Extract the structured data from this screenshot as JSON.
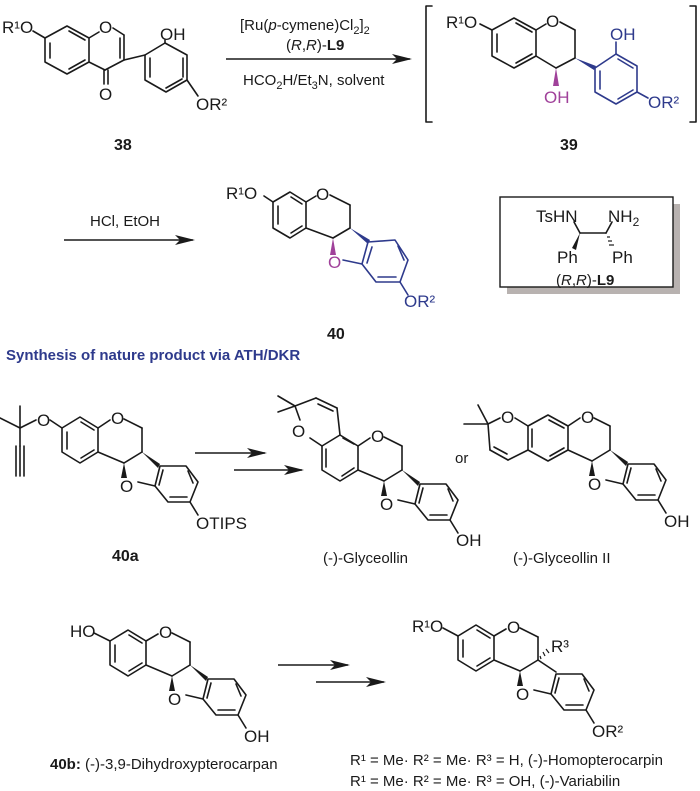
{
  "colors": {
    "ink": "#1a1a1a",
    "accent_blue": "#2e3a8c",
    "accent_pink": "#a0419a",
    "box_shadow": "#b8b2b0"
  },
  "step1": {
    "reagent_line1": "[Ru(p-cymene)Cl2]2",
    "reagent_line2": "(R,R)-L9",
    "condition_line": "HCO2H/Et3N, solvent"
  },
  "step2": {
    "condition_line": "HCl, EtOH"
  },
  "compounds": {
    "c38": {
      "label": "38",
      "r1o": "R¹O",
      "oh": "OH",
      "or2": "OR²",
      "carbonyl_o": "O",
      "ring_o": "O"
    },
    "c39": {
      "label": "39",
      "r1o": "R¹O",
      "oh_aryl": "OH",
      "oh_benzylic": "OH",
      "or2": "OR²",
      "ring_o": "O"
    },
    "c40": {
      "label": "40",
      "r1o": "R¹O",
      "or2": "OR²",
      "ring_o": "O",
      "furan_o": "O"
    },
    "c40a": {
      "label": "40a",
      "otips": "OTIPS",
      "ring_o": "O",
      "furan_o": "O",
      "ether_o": "O"
    },
    "glyceollin": {
      "name": "(-)-Glyceollin",
      "oh": "OH"
    },
    "glyceollin2": {
      "name": "(-)-Glyceollin II",
      "oh": "OH"
    },
    "c40b": {
      "label_bold": "40b:",
      "name": "(-)-3,9-Dihydroxypterocarpan",
      "ho": "HO",
      "oh": "OH"
    },
    "products": {
      "r1o": "R¹O",
      "r3": "R³",
      "or2": "OR²"
    }
  },
  "ligand_box": {
    "tshn": "TsHN",
    "nh2": "NH2",
    "ph_left": "Ph",
    "ph_right": "Ph",
    "label": "(R,R)-L9"
  },
  "or_text": "or",
  "section_heading": "Synthesis of nature product via ATH/DKR",
  "product_definitions": [
    "R¹ = Me· R² = Me· R³ = H, (-)-Homopterocarpin",
    "R¹ = Me· R² = Me· R³ = OH, (-)-Variabilin"
  ]
}
